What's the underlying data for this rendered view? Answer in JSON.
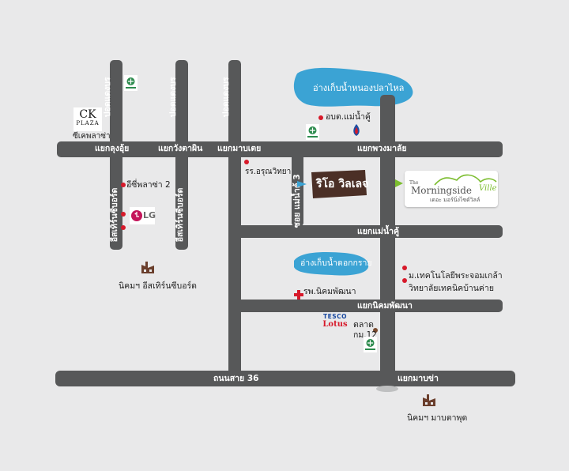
{
  "roads": {
    "paholyothin": "ปอดแดงบร",
    "lukhui": "แยกลุงอุ้ย",
    "wangtaphin": "แยกวังตาผิน",
    "manthei": "แยกมาบเตย",
    "phuangmalai": "แยกพวงมาลัย",
    "eastern_seaboard_1": "อีสเทิร์นซีบอร์ด",
    "eastern_seaboard_2": "อีสเทิร์นซีบอร์ด",
    "soi_mae_nam_khu3": "ซอย แม่น้ำคู้ 3",
    "mae_nam_khu_junction": "แยกแม่น้ำคู้",
    "nikhom_phatthana_junction": "แยกนิคมพัฒนา",
    "thanon_sai_36": "ถนนสาย 36",
    "map_kha_junction": "แยกมาบข่า"
  },
  "places": {
    "reservoir_north": "อ่างเก็บน้ำหนองปลาไหล",
    "reservoir_south": "อ่างเก็บน้ำดอกกราย",
    "obt": "อบต.แม่น้ำคู้",
    "ck_plaza_logo_top": "CK",
    "ck_plaza_logo_bottom": "PLAZA",
    "ck_plaza": "ซีเคพลาซ่า",
    "ep_plaza": "อีซี่พลาซ่า 2",
    "lg": "LG",
    "school": "รร.อรุณวิทยา",
    "estate_eastern": "นิคมฯ อีสเทิร์นซีบอร์ด",
    "hospital": "รพ.นิคมพัฒนา",
    "tesco_top": "TESCO",
    "tesco_bottom": "Lotus",
    "market_line1": "ตลาด",
    "market_line2": "กม.12",
    "tech_uni": "ม.เทคโนโลยีพระจอมเกล้า",
    "tech_college": "วิทยาลัยเทคนิคบ้านค่าย",
    "estate_map_ta_phut": "นิคมฯ มาบตาพุด",
    "project_thai": "ริโอ วิลเลจ",
    "morningside_the": "The",
    "morningside_main": "Morningside",
    "morningside_ville": "Ville",
    "morningside_sub": "เดอะ มอร์นิ่งไซด์วิลล์"
  },
  "colors": {
    "road": "#575859",
    "background": "#e9e9ea",
    "water": "#3ba3d4",
    "marker": "#d7192a",
    "brand_green": "#7cbd2f",
    "rio_brown": "#4b2f26"
  },
  "icons": {
    "bank": "bank-icon",
    "petrol": "ptt-station-icon",
    "factory": "factory-icon",
    "hospital": "red-cross-icon"
  }
}
